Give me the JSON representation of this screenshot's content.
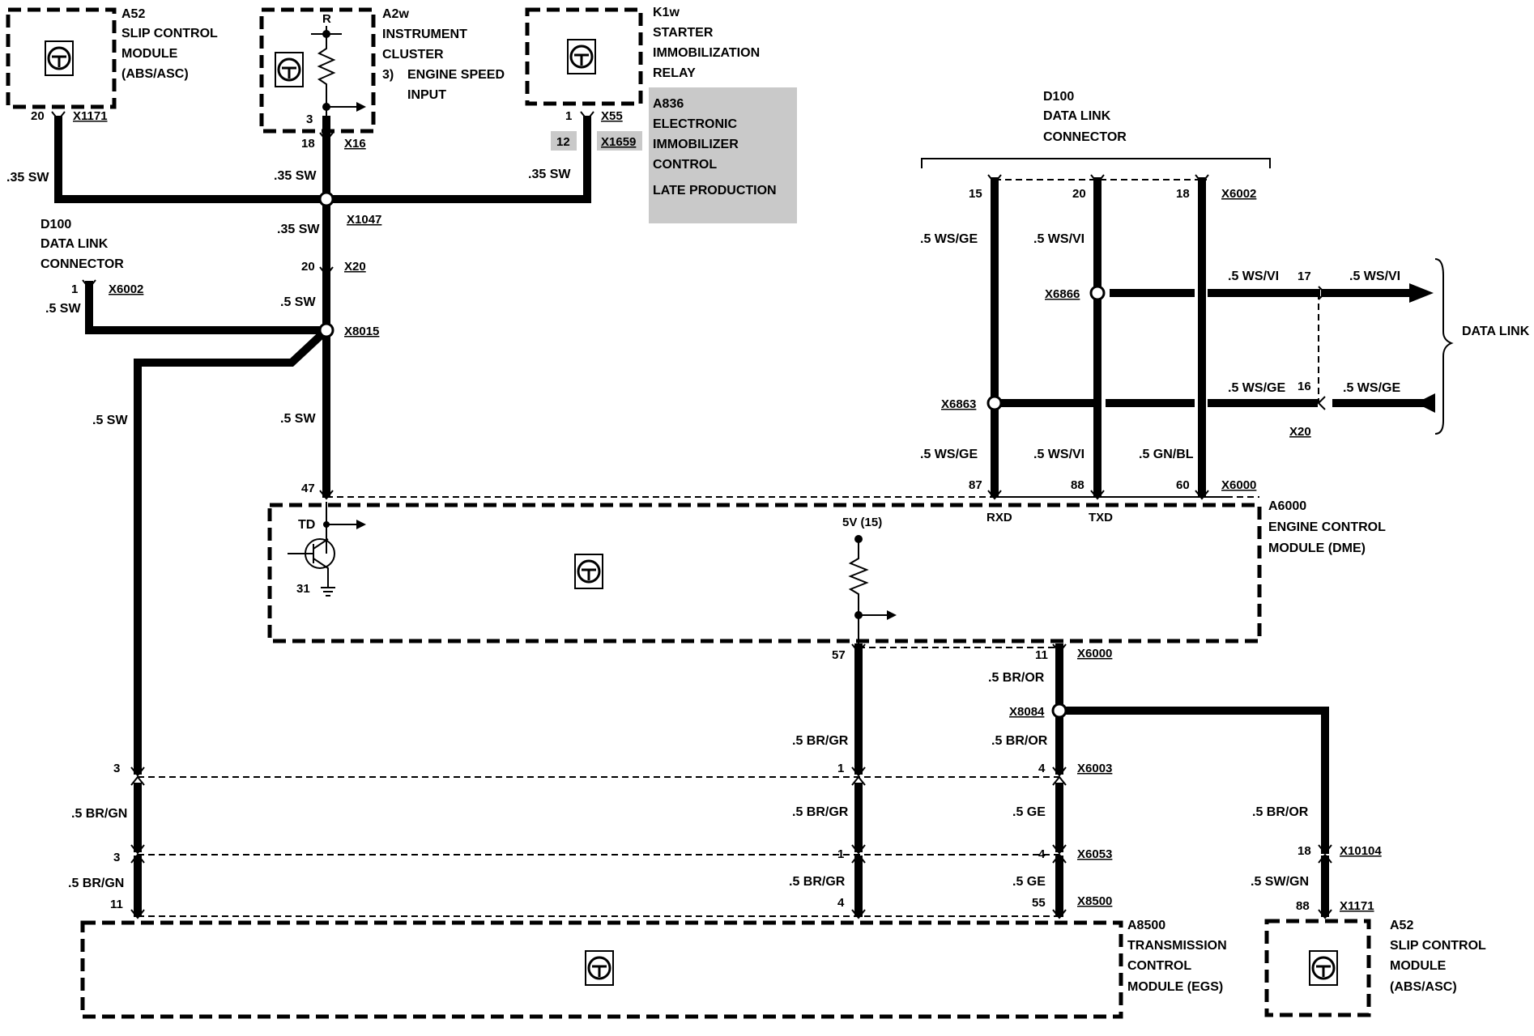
{
  "modules": {
    "a52_top": {
      "id": "A52",
      "lines": [
        "SLIP CONTROL",
        "MODULE",
        "(ABS/ASC)"
      ]
    },
    "a2w": {
      "id": "A2w",
      "lines": [
        "INSTRUMENT",
        "CLUSTER"
      ],
      "note_num": "3)",
      "note_lines": [
        "ENGINE SPEED",
        "INPUT"
      ],
      "pin_r": "R"
    },
    "k1w": {
      "id": "K1w",
      "lines": [
        "STARTER",
        "IMMOBILIZATION",
        "RELAY"
      ]
    },
    "a836": {
      "id": "A836",
      "lines": [
        "ELECTRONIC",
        "IMMOBILIZER",
        "CONTROL"
      ],
      "late": "LATE PRODUCTION",
      "pin": "12",
      "conn": "X1659"
    },
    "d100_left": {
      "id": "D100",
      "lines": [
        "DATA LINK",
        "CONNECTOR"
      ]
    },
    "d100_right": {
      "id": "D100",
      "lines": [
        "DATA LINK",
        "CONNECTOR"
      ]
    },
    "a6000": {
      "id": "A6000",
      "lines": [
        "ENGINE CONTROL",
        "MODULE (DME)"
      ],
      "td": "TD",
      "gnd_pin": "31",
      "supply": "5V (15)",
      "rxd": "RXD",
      "txd": "TXD"
    },
    "a8500": {
      "id": "A8500",
      "lines": [
        "TRANSMISSION",
        "CONTROL",
        "MODULE (EGS)"
      ]
    },
    "a52_bottom": {
      "id": "A52",
      "lines": [
        "SLIP CONTROL",
        "MODULE",
        "(ABS/ASC)"
      ]
    },
    "data_link": "DATA LINK"
  },
  "connectors": {
    "x1171a": "X1171",
    "x16": "X16",
    "x55": "X55",
    "x1047": "X1047",
    "x20a": "X20",
    "x6002a": "X6002",
    "x8015": "X8015",
    "x6002b": "X6002",
    "x6866": "X6866",
    "x6863": "X6863",
    "x20b": "X20",
    "x6000a": "X6000",
    "x6000b": "X6000",
    "x8084": "X8084",
    "x6003": "X6003",
    "x6053": "X6053",
    "x8500": "X8500",
    "x10104": "X10104",
    "x1171b": "X1171"
  },
  "pins": {
    "p20a": "20",
    "p3a": "3",
    "p18a": "18",
    "p1a": "1",
    "p20b": "20",
    "p1b": "1",
    "p47": "47",
    "p15": "15",
    "p20c": "20",
    "p18b": "18",
    "p17": "17",
    "p16": "16",
    "p87": "87",
    "p88a": "88",
    "p60": "60",
    "p57": "57",
    "p11a": "11",
    "p3b": "3",
    "p1c": "1",
    "p4a": "4",
    "p3c": "3",
    "p1d": "1",
    "p4b": "4",
    "p11b": "11",
    "p4c": "4",
    "p55": "55",
    "p18c": "18",
    "p88b": "88"
  },
  "wires": {
    "w1": ".35 SW",
    "w2": ".35 SW",
    "w3": ".35 SW",
    "w4": ".35 SW",
    "w5": ".5 SW",
    "w6": ".5 SW",
    "w7": ".5 SW",
    "w8": ".5 SW",
    "w9": ".5 WS/GE",
    "w10": ".5 WS/VI",
    "w11": ".5 WS/VI",
    "w12": ".5 WS/VI",
    "w13": ".5 WS/GE",
    "w14": ".5 WS/GE",
    "w15": ".5 WS/GE",
    "w16": ".5 WS/VI",
    "w17": ".5 GN/BL",
    "w18": ".5 BR/OR",
    "w19": ".5 BR/GR",
    "w20": ".5 BR/OR",
    "w21": ".5 BR/GN",
    "w22": ".5 BR/GR",
    "w23": ".5 GE",
    "w24": ".5 BR/OR",
    "w25": ".5 BR/GN",
    "w26": ".5 BR/GR",
    "w27": ".5 GE",
    "w28": ".5 SW/GN"
  }
}
